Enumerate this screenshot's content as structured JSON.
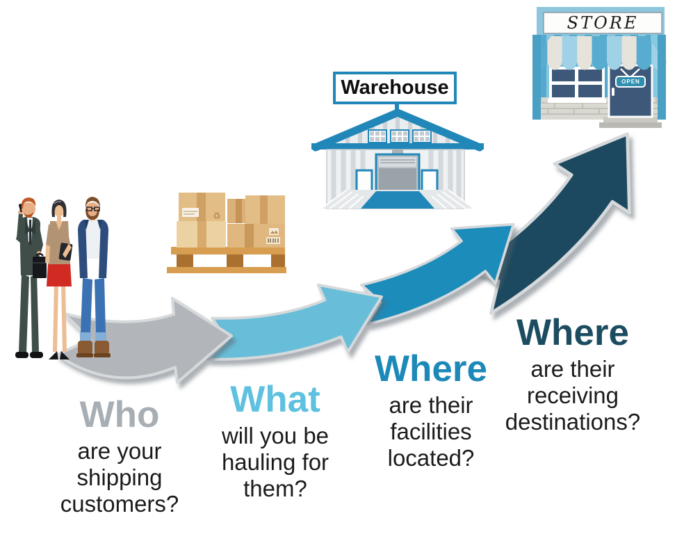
{
  "signs": {
    "warehouse": "Warehouse",
    "store": "STORE",
    "open": "OPEN"
  },
  "steps": [
    {
      "heading": "Who",
      "body_lines": [
        "are your",
        "shipping",
        "customers?"
      ],
      "heading_color": "#a7aeb4",
      "arrow_color": "#b2b6ba",
      "icon": "customers-people"
    },
    {
      "heading": "What",
      "body_lines": [
        "will you be",
        "hauling for",
        "them?"
      ],
      "heading_color": "#5ec1df",
      "arrow_color": "#68bed9",
      "icon": "cargo-boxes-pallet"
    },
    {
      "heading": "Where",
      "body_lines": [
        "are their",
        "facilities",
        "located?"
      ],
      "heading_color": "#1d89b8",
      "arrow_color": "#1d8cba",
      "icon": "warehouse-building"
    },
    {
      "heading": "Where",
      "body_lines": [
        "are their",
        "receiving",
        "destinations?"
      ],
      "heading_color": "#1c4c60",
      "arrow_color": "#1c4a5e",
      "icon": "store-building"
    }
  ],
  "colors": {
    "arrow_edge": "#d6d9db",
    "warehouse_trim_blue": "#2087b8",
    "store_awning_blue": "#58acd0",
    "body_text": "#1b1b1b",
    "background": "#ffffff"
  }
}
